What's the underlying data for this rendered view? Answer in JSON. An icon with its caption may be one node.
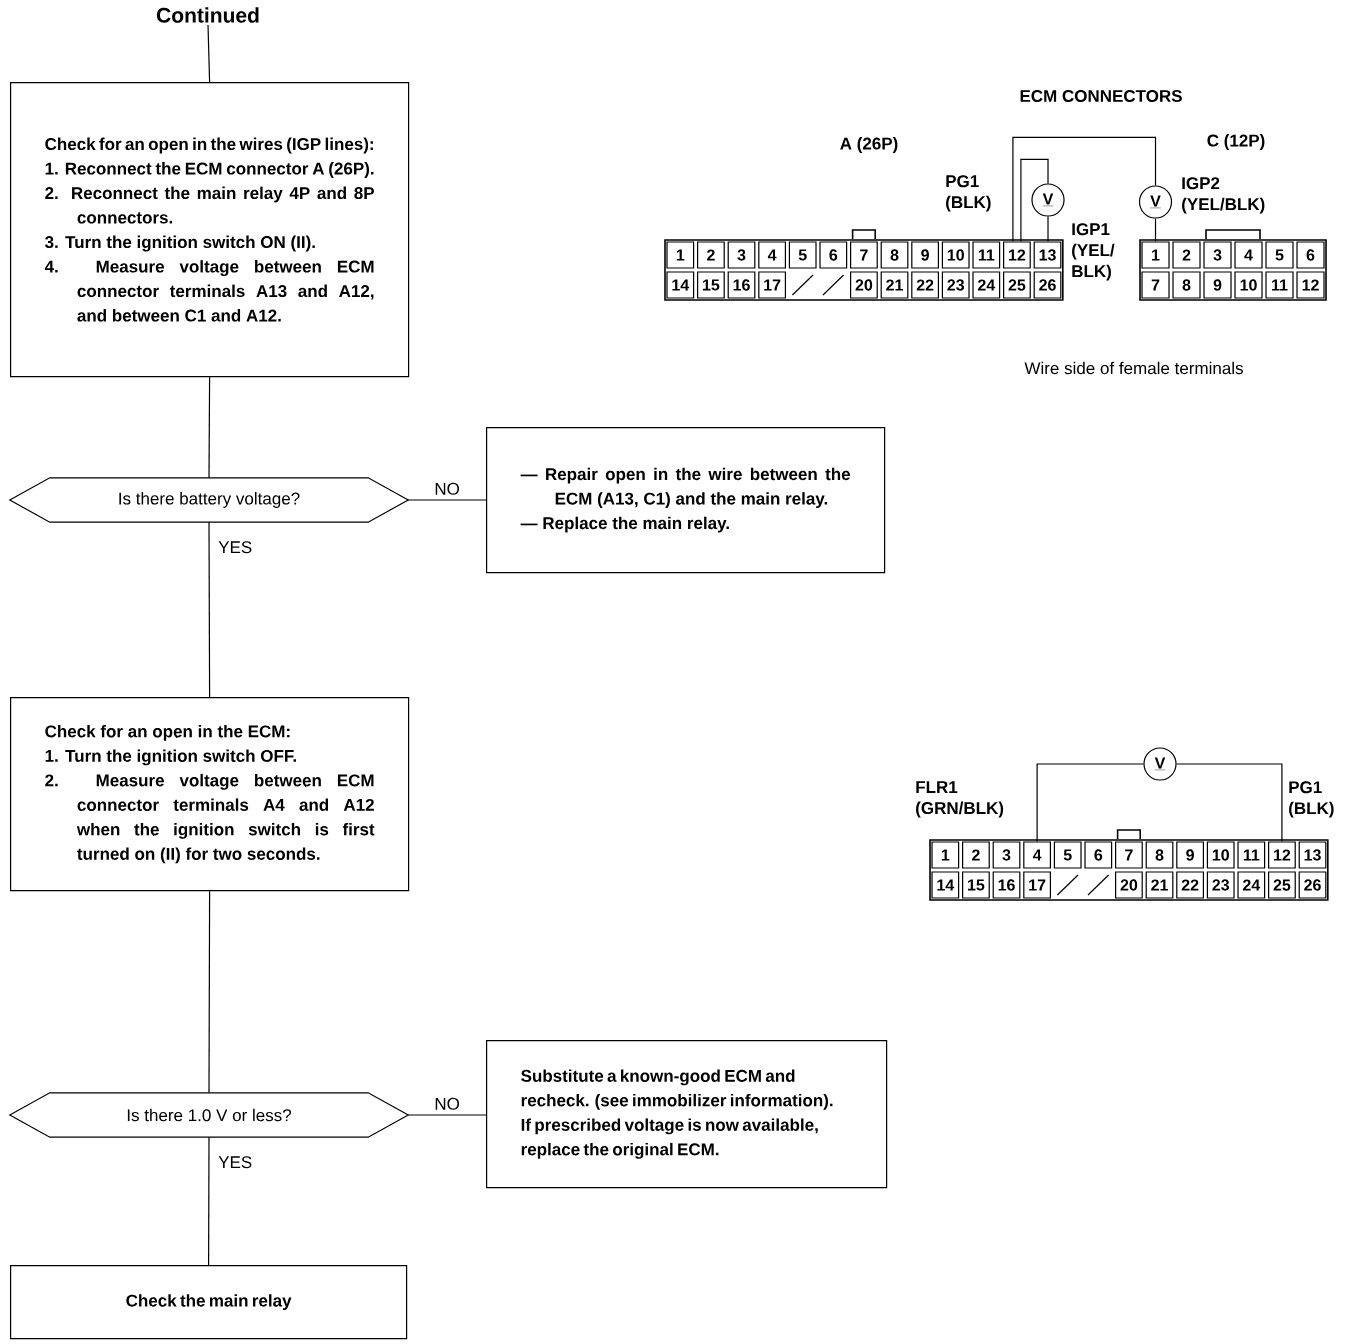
{
  "diagram": {
    "nodes": [
      {
        "text": [
          "Continued"
        ]
      },
      {
        "text": [
          "Check for an open in the wires (IGP lines):",
          "1. Reconnect the ECM connector A (26P).",
          "2. Reconnect the main relay 4P and 8P connectors.",
          "3. Turn the ignition switch ON (II).",
          "4. Measure voltage between ECM connector terminals A13 and A12, and between C1 and A12."
        ]
      },
      {
        "text": [
          "Is there battery voltage?"
        ]
      },
      {
        "text": [
          "— Repair open in the wire between the ECM (A13, C1) and the main relay.",
          "— Replace the main relay."
        ]
      },
      {
        "text": [
          "Check for an open in the ECM:",
          "1. Turn the ignition switch OFF.",
          "2. Measure voltage between ECM connector terminals A4 and A12 when the ignition switch is first turned on (II) for two seconds."
        ]
      },
      {
        "text": [
          "Is there 1.0 V or less?"
        ]
      },
      {
        "text": [
          "Substitute a known-good ECM and recheck. (see immobilizer information). If prescribed voltage is now available, replace the original ECM."
        ]
      },
      {
        "text": [
          "Check the main relay"
        ]
      },
      {
        "text": [
          "V"
        ]
      },
      {
        "text": [
          "V"
        ]
      },
      {
        "text": [
          "12"
        ]
      },
      {
        "text": [
          "13"
        ]
      },
      {
        "text": [
          "1"
        ]
      },
      {
        "text": [
          "V"
        ]
      },
      {
        "text": [
          "4"
        ]
      },
      {
        "text": [
          "12"
        ]
      }
    ],
    "edges": [
      {
        "from": 0,
        "to": 1,
        "arrow": "none"
      },
      {
        "from": 1,
        "to": 2,
        "arrow": "none"
      },
      {
        "from": 2,
        "to": 3,
        "arrow": "none",
        "label": "NO"
      },
      {
        "from": 2,
        "to": 4,
        "arrow": "none",
        "label": "YES"
      },
      {
        "from": 4,
        "to": 5,
        "arrow": "none"
      },
      {
        "from": 5,
        "to": 6,
        "arrow": "none",
        "label": "NO"
      },
      {
        "from": 5,
        "to": 7,
        "arrow": "none",
        "label": "YES"
      },
      {
        "from": 10,
        "to": 8,
        "arrow": "none"
      },
      {
        "from": 8,
        "to": 11,
        "arrow": "none"
      },
      {
        "from": 10,
        "to": 9,
        "arrow": "none"
      },
      {
        "from": 9,
        "to": 12,
        "arrow": "none"
      },
      {
        "from": 14,
        "to": 13,
        "arrow": "none"
      },
      {
        "from": 13,
        "to": 15,
        "arrow": "none"
      }
    ],
    "labels": [
      "ECM CONNECTORS",
      "A (26P)",
      "C (12P)",
      "PG1 (BLK)",
      "IGP1 (YEL/ BLK)",
      "IGP2 (YEL/BLK)",
      "1",
      "2",
      "3",
      "4",
      "5",
      "6",
      "7",
      "8",
      "9",
      "10",
      "11",
      "14",
      "15",
      "16",
      "17",
      "20",
      "21",
      "22",
      "23",
      "24",
      "25",
      "26",
      "2",
      "3",
      "4",
      "5",
      "6",
      "7",
      "8",
      "9",
      "10",
      "11",
      "12",
      "Wire side of female terminals",
      "FLR1 (GRN/BLK)",
      "PG1 (BLK)",
      "1",
      "2",
      "3",
      "5",
      "6",
      "7",
      "8",
      "9",
      "10",
      "11",
      "13",
      "14",
      "15",
      "16",
      "17",
      "20",
      "21",
      "22",
      "23",
      "24",
      "25",
      "26"
    ]
  }
}
